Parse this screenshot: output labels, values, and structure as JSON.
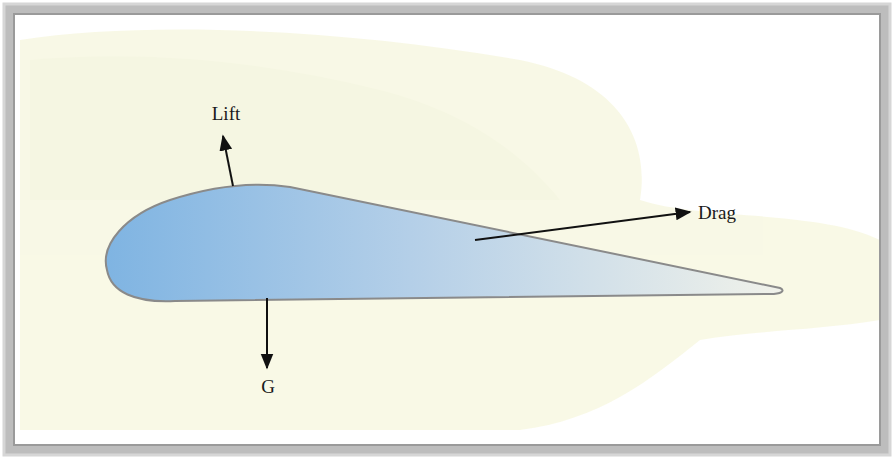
{
  "diagram": {
    "labels": [
      "Lift",
      "Drag",
      "G"
    ]
  }
}
